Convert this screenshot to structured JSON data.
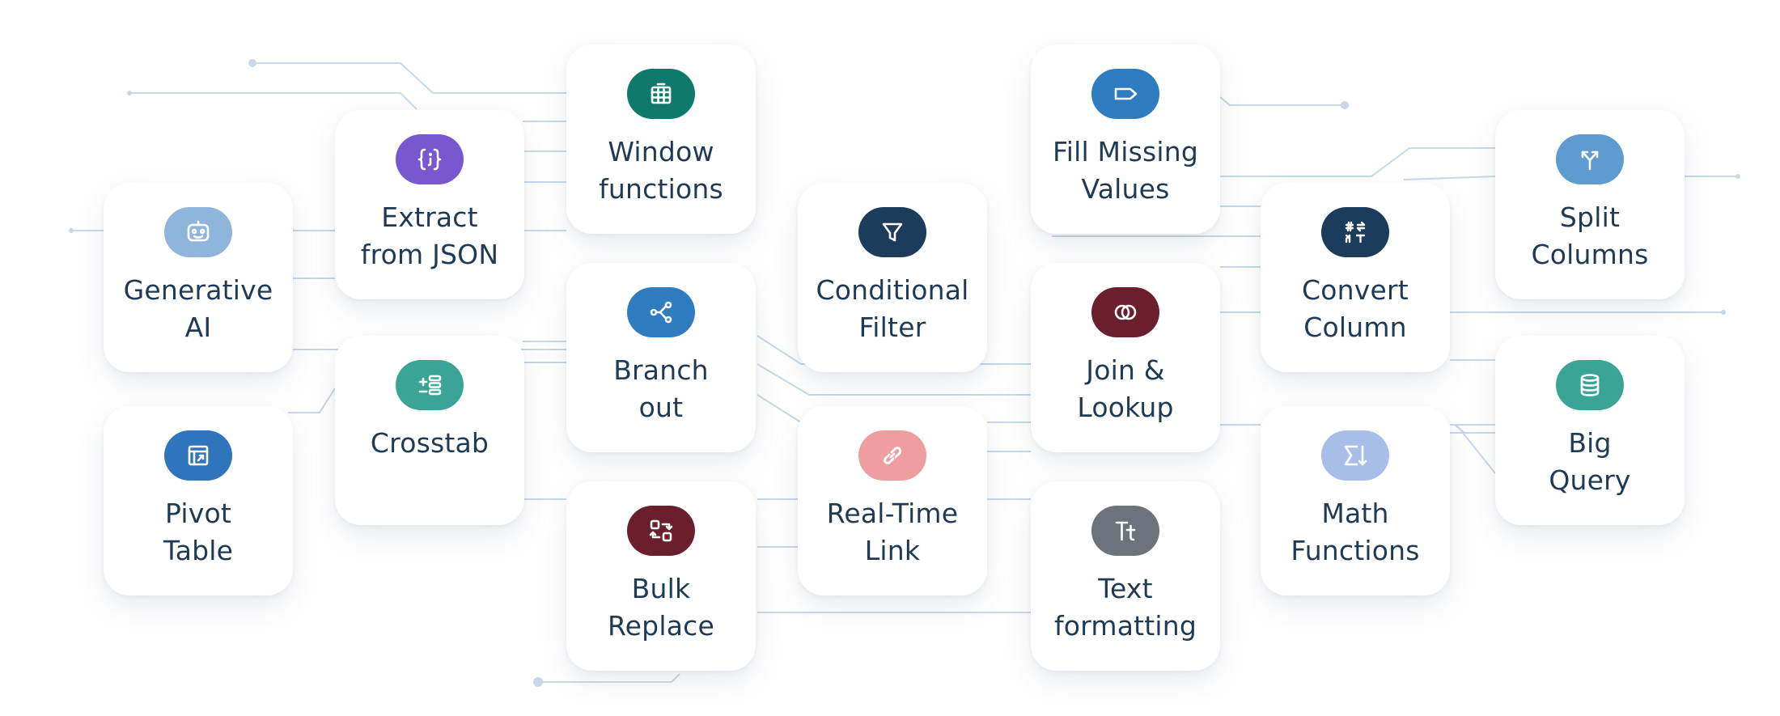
{
  "cards": {
    "generative_ai": {
      "label": "Generative\nAI",
      "color": "#8fb5dd",
      "icon": "robot-icon"
    },
    "pivot_table": {
      "label": "Pivot\nTable",
      "color": "#2f75bd",
      "icon": "pivot-table-icon"
    },
    "extract_json": {
      "label": "Extract\nfrom JSON",
      "color": "#7858cf",
      "icon": "json-braces-icon"
    },
    "crosstab": {
      "label": "Crosstab",
      "color": "#3aa596",
      "icon": "crosstab-icon"
    },
    "window_functions": {
      "label": "Window\nfunctions",
      "color": "#0f7a6c",
      "icon": "window-grid-icon"
    },
    "branch_out": {
      "label": "Branch\nout",
      "color": "#2f7cc0",
      "icon": "branch-icon"
    },
    "bulk_replace": {
      "label": "Bulk\nReplace",
      "color": "#6b1f2c",
      "icon": "bulk-replace-icon"
    },
    "conditional_filter": {
      "label": "Conditional\nFilter",
      "color": "#1c3c5c",
      "icon": "filter-icon"
    },
    "real_time_link": {
      "label": "Real-Time\nLink",
      "color": "#ee9e9e",
      "icon": "link-icon"
    },
    "fill_missing": {
      "label": "Fill Missing\nValues",
      "color": "#2f7cc0",
      "icon": "tag-icon"
    },
    "join_lookup": {
      "label": "Join &\nLookup",
      "color": "#6b1f2c",
      "icon": "join-rings-icon"
    },
    "text_formatting": {
      "label": "Text\nformatting",
      "color": "#6d737a",
      "icon": "text-format-icon"
    },
    "convert_column": {
      "label": "Convert\nColumn",
      "color": "#1c3c5c",
      "icon": "convert-icon"
    },
    "math_functions": {
      "label": "Math\nFunctions",
      "color": "#a9bde9",
      "icon": "sigma-icon"
    },
    "split_columns": {
      "label": "Split\nColumns",
      "color": "#5d9bd0",
      "icon": "split-icon"
    },
    "big_query": {
      "label": "Big\nQuery",
      "color": "#3aa596",
      "icon": "database-icon"
    }
  },
  "connector_color": "#c6d8ea"
}
